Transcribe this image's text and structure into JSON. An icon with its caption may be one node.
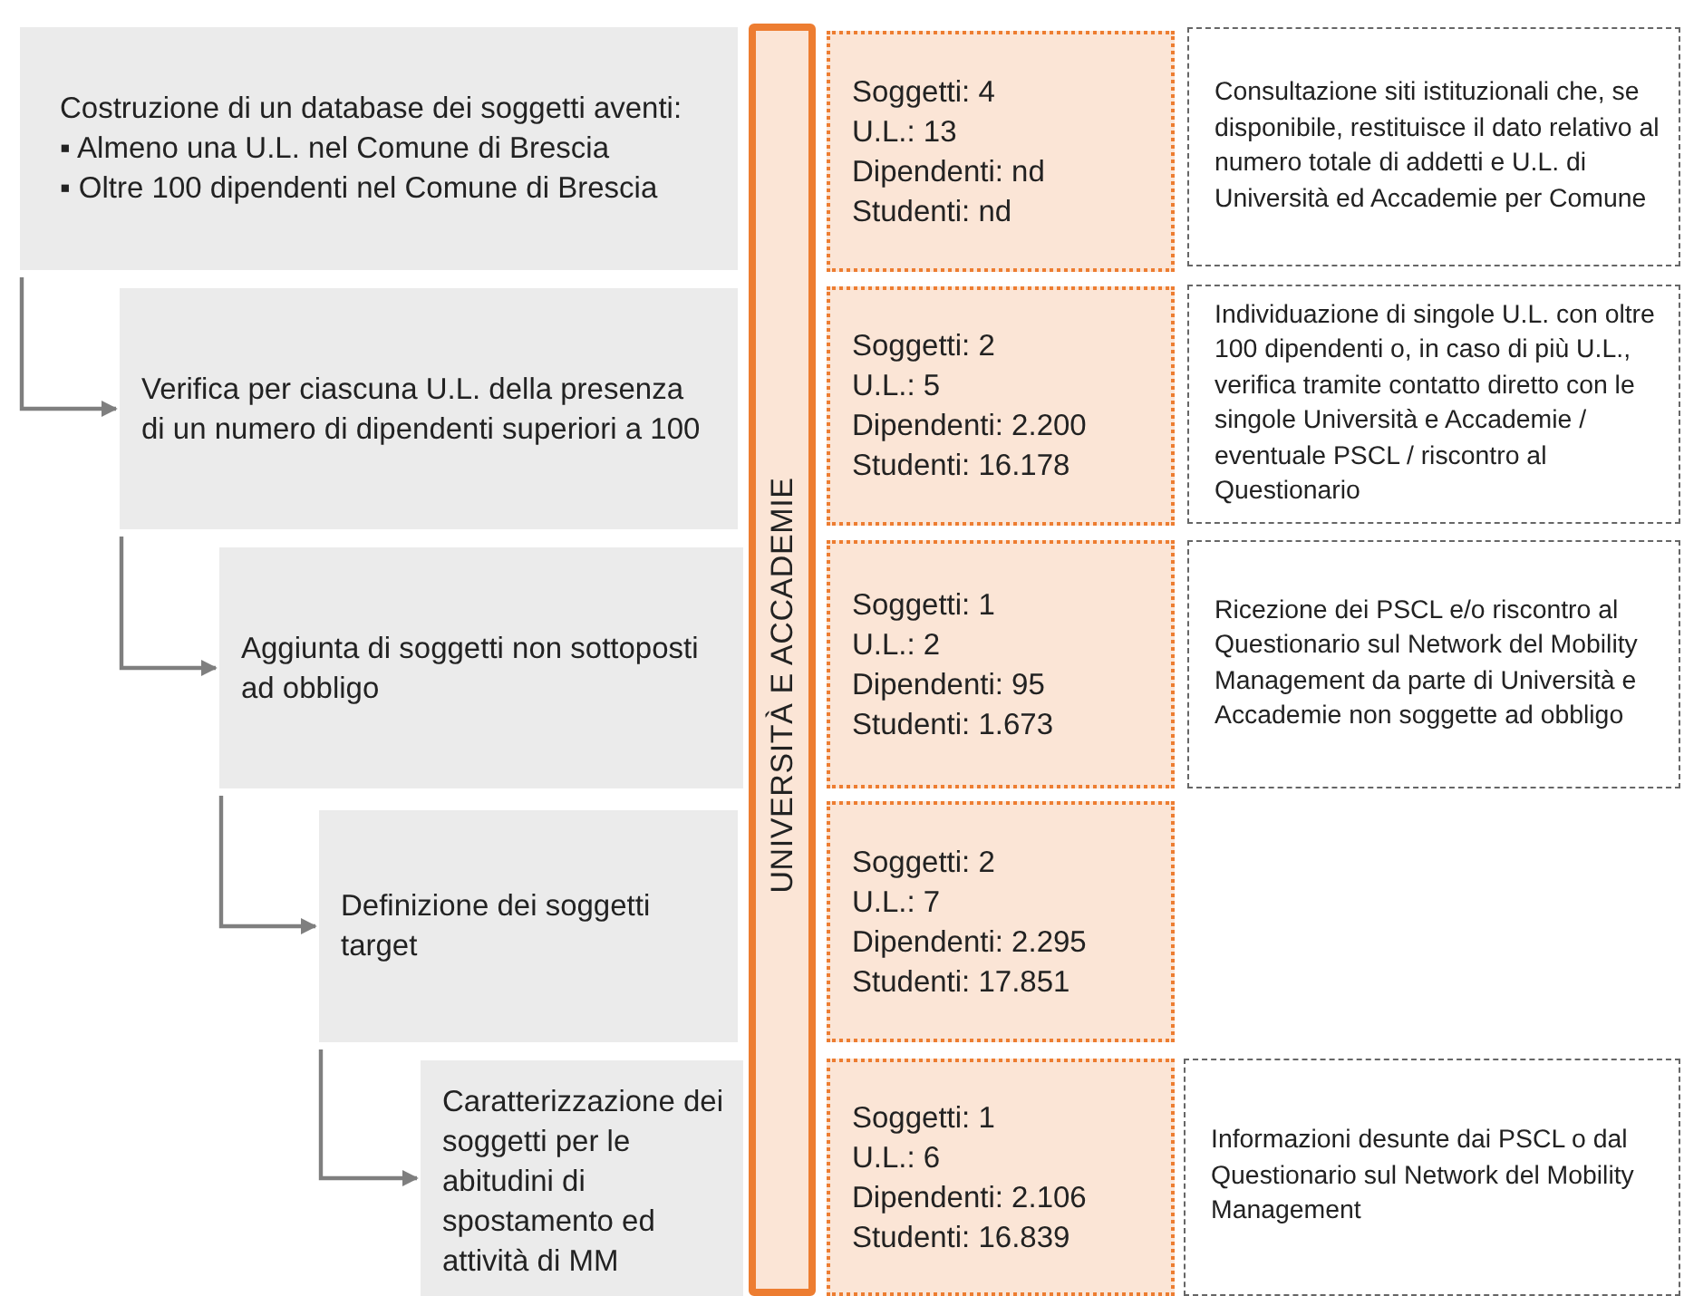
{
  "diagram": {
    "nodes": [
      {
        "text": [
          "Costruzione di un database dei soggetti aventi:",
          "▪ Almeno una U.L. nel Comune di Brescia",
          "▪ Oltre 100 dipendenti nel Comune di Brescia"
        ]
      },
      {
        "text": [
          "Verifica per ciascuna U.L. della presenza di un numero di dipendenti superiori a 100"
        ]
      },
      {
        "text": [
          "Aggiunta di soggetti non sottoposti ad obbligo"
        ]
      },
      {
        "text": [
          "Definizione dei soggetti target"
        ]
      },
      {
        "text": [
          "Caratterizzazione dei soggetti per le abitudini di spostamento ed attività di MM"
        ]
      },
      {
        "text": [
          "UNIVERSITÀ E ACCADEMIE"
        ]
      },
      {
        "text": [
          "Soggetti: 4",
          "U.L.: 13",
          "Dipendenti: nd",
          "Studenti: nd"
        ]
      },
      {
        "text": [
          "Soggetti: 2",
          "U.L.: 5",
          "Dipendenti: 2.200",
          "Studenti: 16.178"
        ]
      },
      {
        "text": [
          "Soggetti: 1",
          "U.L.: 2",
          "Dipendenti: 95",
          "Studenti: 1.673"
        ]
      },
      {
        "text": [
          "Soggetti: 2",
          "U.L.: 7",
          "Dipendenti: 2.295",
          "Studenti: 17.851"
        ]
      },
      {
        "text": [
          "Soggetti: 1",
          "U.L.: 6",
          "Dipendenti: 2.106",
          "Studenti: 16.839"
        ]
      },
      {
        "text": [
          "Consultazione siti istituzionali che, se disponibile, restituisce il dato relativo al numero totale di addetti e U.L. di Università ed Accademie per Comune"
        ]
      },
      {
        "text": [
          "Individuazione di singole U.L. con oltre 100 dipendenti o, in caso di più U.L., verifica tramite contatto diretto con le singole Università e Accademie / eventuale PSCL / riscontro al Questionario"
        ]
      },
      {
        "text": [
          "Ricezione dei PSCL e/o riscontro al Questionario sul Network del Mobility Management da parte di Università e Accademie non soggette ad obbligo"
        ]
      },
      {
        "text": [
          "Informazioni desunte dai PSCL o dal Questionario sul Network del Mobility Management"
        ]
      }
    ],
    "edges": [
      {
        "from": 0,
        "to": 1,
        "arrow": "to"
      },
      {
        "from": 1,
        "to": 2,
        "arrow": "to"
      },
      {
        "from": 2,
        "to": 3,
        "arrow": "to"
      },
      {
        "from": 3,
        "to": 4,
        "arrow": "to"
      }
    ]
  }
}
